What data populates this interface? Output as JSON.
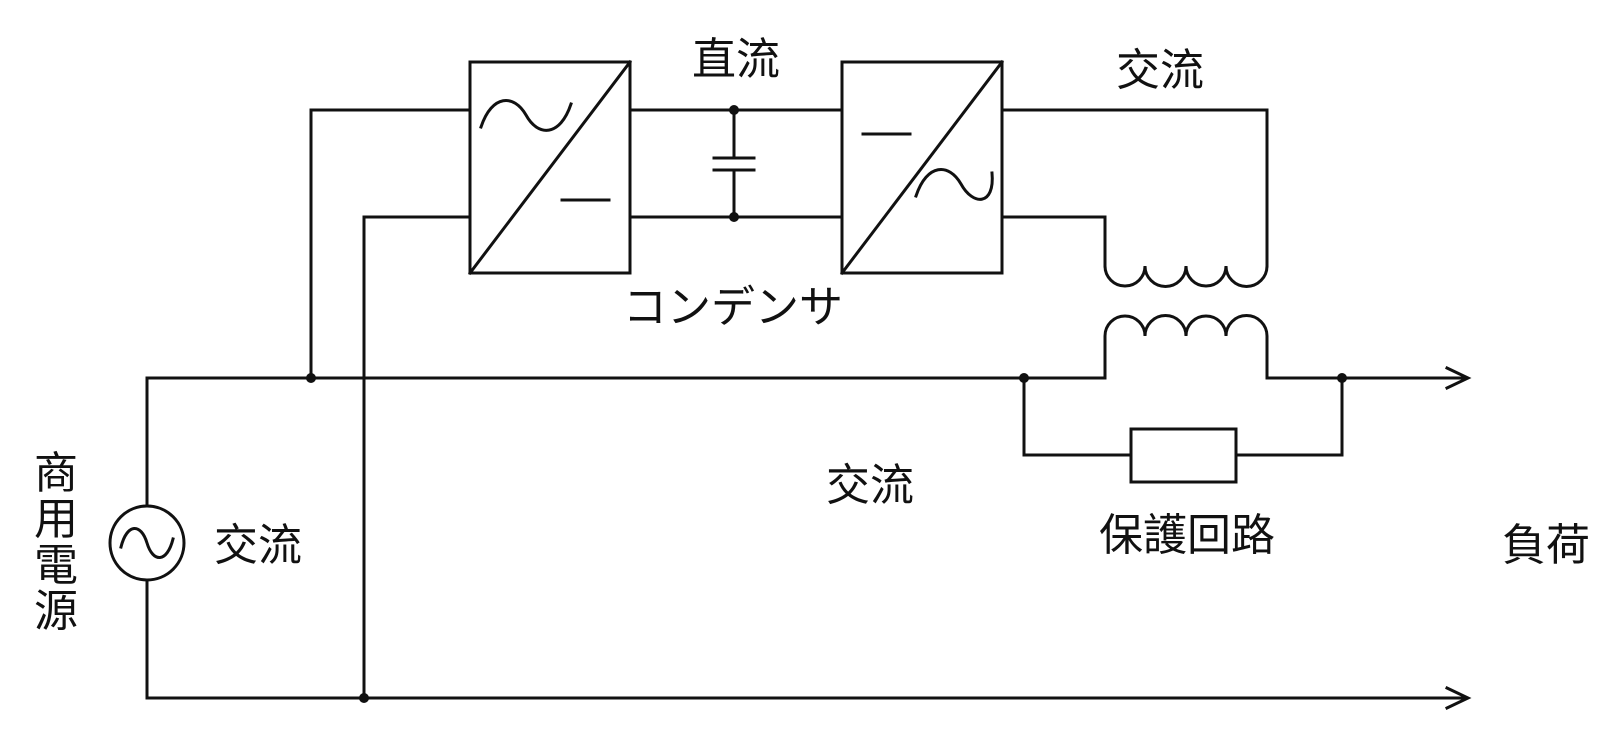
{
  "labels": {
    "source": "商用電源",
    "source_ac": "交流",
    "dc": "直流",
    "output_ac": "交流",
    "capacitor": "コンデンサ",
    "bypass_ac": "交流",
    "protection": "保護回路",
    "load": "負荷"
  },
  "colors": {
    "line": "#111111",
    "background": "#ffffff"
  }
}
